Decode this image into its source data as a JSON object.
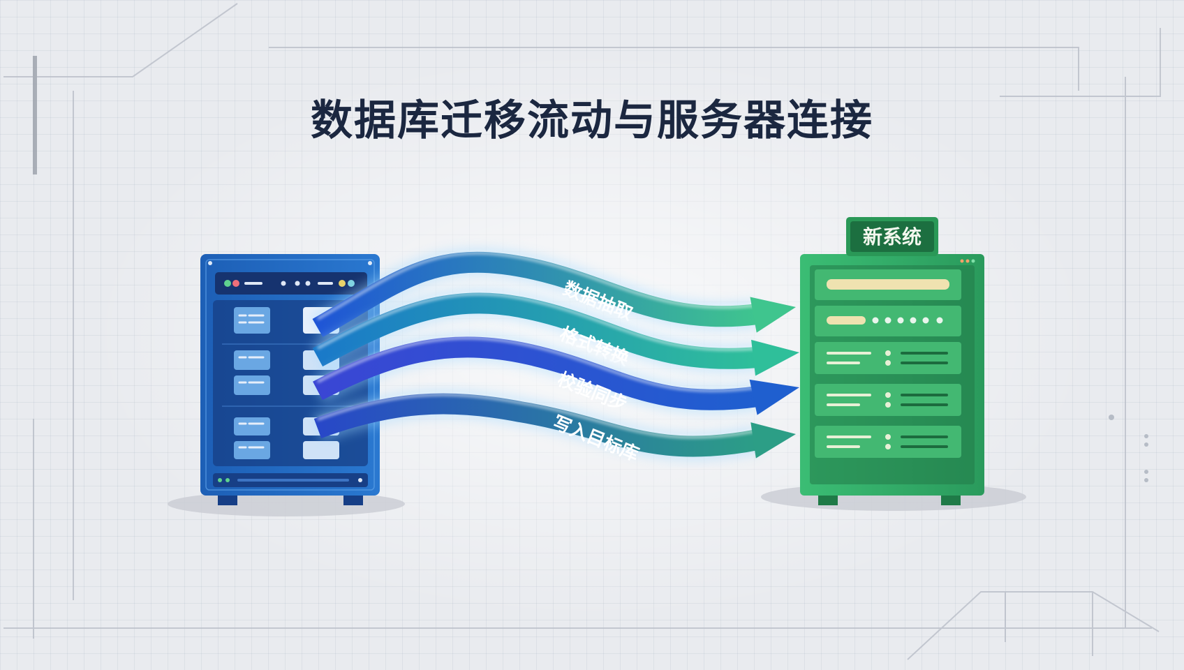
{
  "title": "数据库迁移流动与服务器连接",
  "target_server": {
    "label": "新系统"
  },
  "flows": [
    {
      "label": "数据抽取",
      "color_start": "#1f55d6",
      "color_end": "#3fc58e"
    },
    {
      "label": "格式转换",
      "color_start": "#1a79c9",
      "color_end": "#2fbf9a"
    },
    {
      "label": "校验同步",
      "color_start": "#3a46d4",
      "color_end": "#1f5fcf"
    },
    {
      "label": "写入目标库",
      "color_start": "#2847c8",
      "color_end": "#2c9e86"
    }
  ],
  "colors": {
    "source_server": "#2267bd",
    "source_server_dark": "#173f86",
    "target_server": "#33b06a",
    "target_server_dark": "#1f7a47",
    "title": "#1b2740"
  }
}
